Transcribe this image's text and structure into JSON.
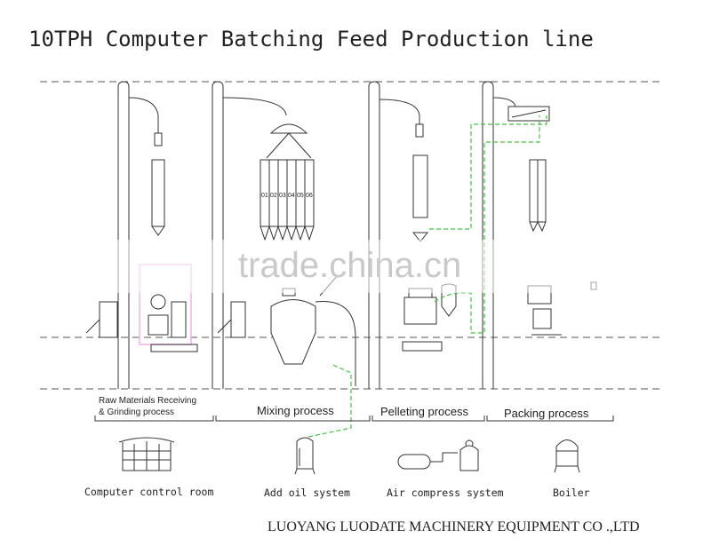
{
  "title": "10TPH Computer Batching Feed Production line",
  "processes": [
    {
      "label_lines": [
        "Raw Materials Receiving",
        "& Grinding process"
      ]
    },
    {
      "label_lines": [
        "Mixing process"
      ]
    },
    {
      "label_lines": [
        "Pelleting process"
      ]
    },
    {
      "label_lines": [
        "Packing process"
      ]
    }
  ],
  "systems": [
    {
      "label": "Computer control room",
      "icon": "control-room-icon"
    },
    {
      "label": "Add oil system",
      "icon": "oil-tank-icon"
    },
    {
      "label": "Air compress system",
      "icon": "air-compressor-icon"
    },
    {
      "label": "Boiler",
      "icon": "boiler-icon"
    }
  ],
  "bin_numbers": [
    "01",
    "02",
    "03",
    "04",
    "05",
    "06"
  ],
  "watermark": "trade.china.cn",
  "company": "LUOYANG LUODATE MACHINERY EQUIPMENT CO .,LTD",
  "colors": {
    "pipeline": "#3fc43f",
    "highlight": "#f0b0f0",
    "line": "#333333"
  }
}
